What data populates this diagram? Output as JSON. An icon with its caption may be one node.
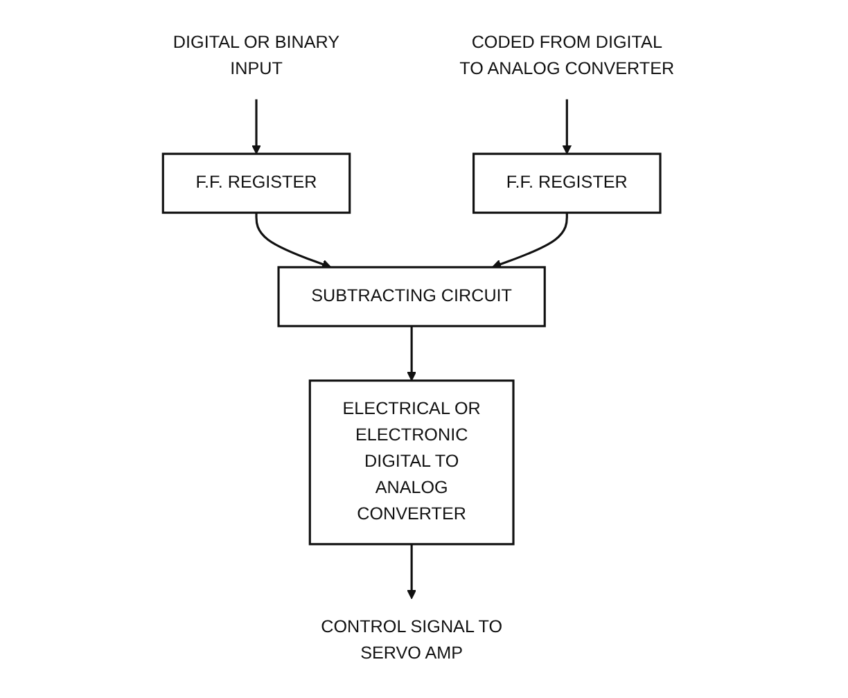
{
  "diagram": {
    "nodes": [
      {
        "text": [
          "DIGITAL OR BINARY INPUT"
        ]
      },
      {
        "text": [
          "F.F. REGISTER"
        ]
      },
      {
        "text": [
          "SUBTRACTING CIRCUIT"
        ]
      },
      {
        "text": [
          "F.F. REGISTER"
        ]
      },
      {
        "text": [
          "CODED FROM DIGITAL TO ANALOG CONVERTER"
        ]
      },
      {
        "text": [
          "ELECTRICAL OR ELECTRONIC DIGITAL TO ANALOG CONVERTER"
        ]
      },
      {
        "text": [
          "CONTROL SIGNAL TO SERVO AMP"
        ]
      }
    ],
    "edges": [
      {
        "from": 0,
        "to": 1,
        "arrow": "to"
      },
      {
        "from": 1,
        "to": 2,
        "arrow": "to"
      },
      {
        "from": 3,
        "to": 2,
        "arrow": "to"
      },
      {
        "from": 4,
        "to": 3,
        "arrow": "to"
      },
      {
        "from": 2,
        "to": 5,
        "arrow": "to"
      },
      {
        "from": 5,
        "to": 6,
        "arrow": "to"
      }
    ]
  }
}
